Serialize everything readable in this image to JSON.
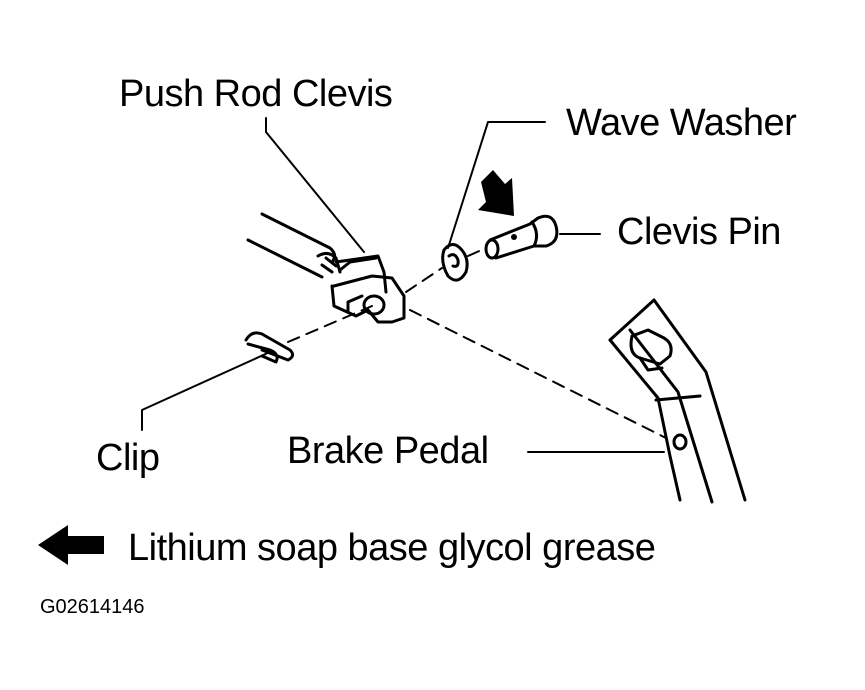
{
  "labels": {
    "push_rod_clevis": "Push Rod Clevis",
    "wave_washer": "Wave Washer",
    "clevis_pin": "Clevis Pin",
    "clip": "Clip",
    "brake_pedal": "Brake Pedal"
  },
  "legend": {
    "text": "Lithium soap base glycol grease",
    "icon": "left-arrow-icon"
  },
  "figure_code": "G02614146",
  "colors": {
    "ink": "#000000",
    "paper": "#ffffff"
  }
}
